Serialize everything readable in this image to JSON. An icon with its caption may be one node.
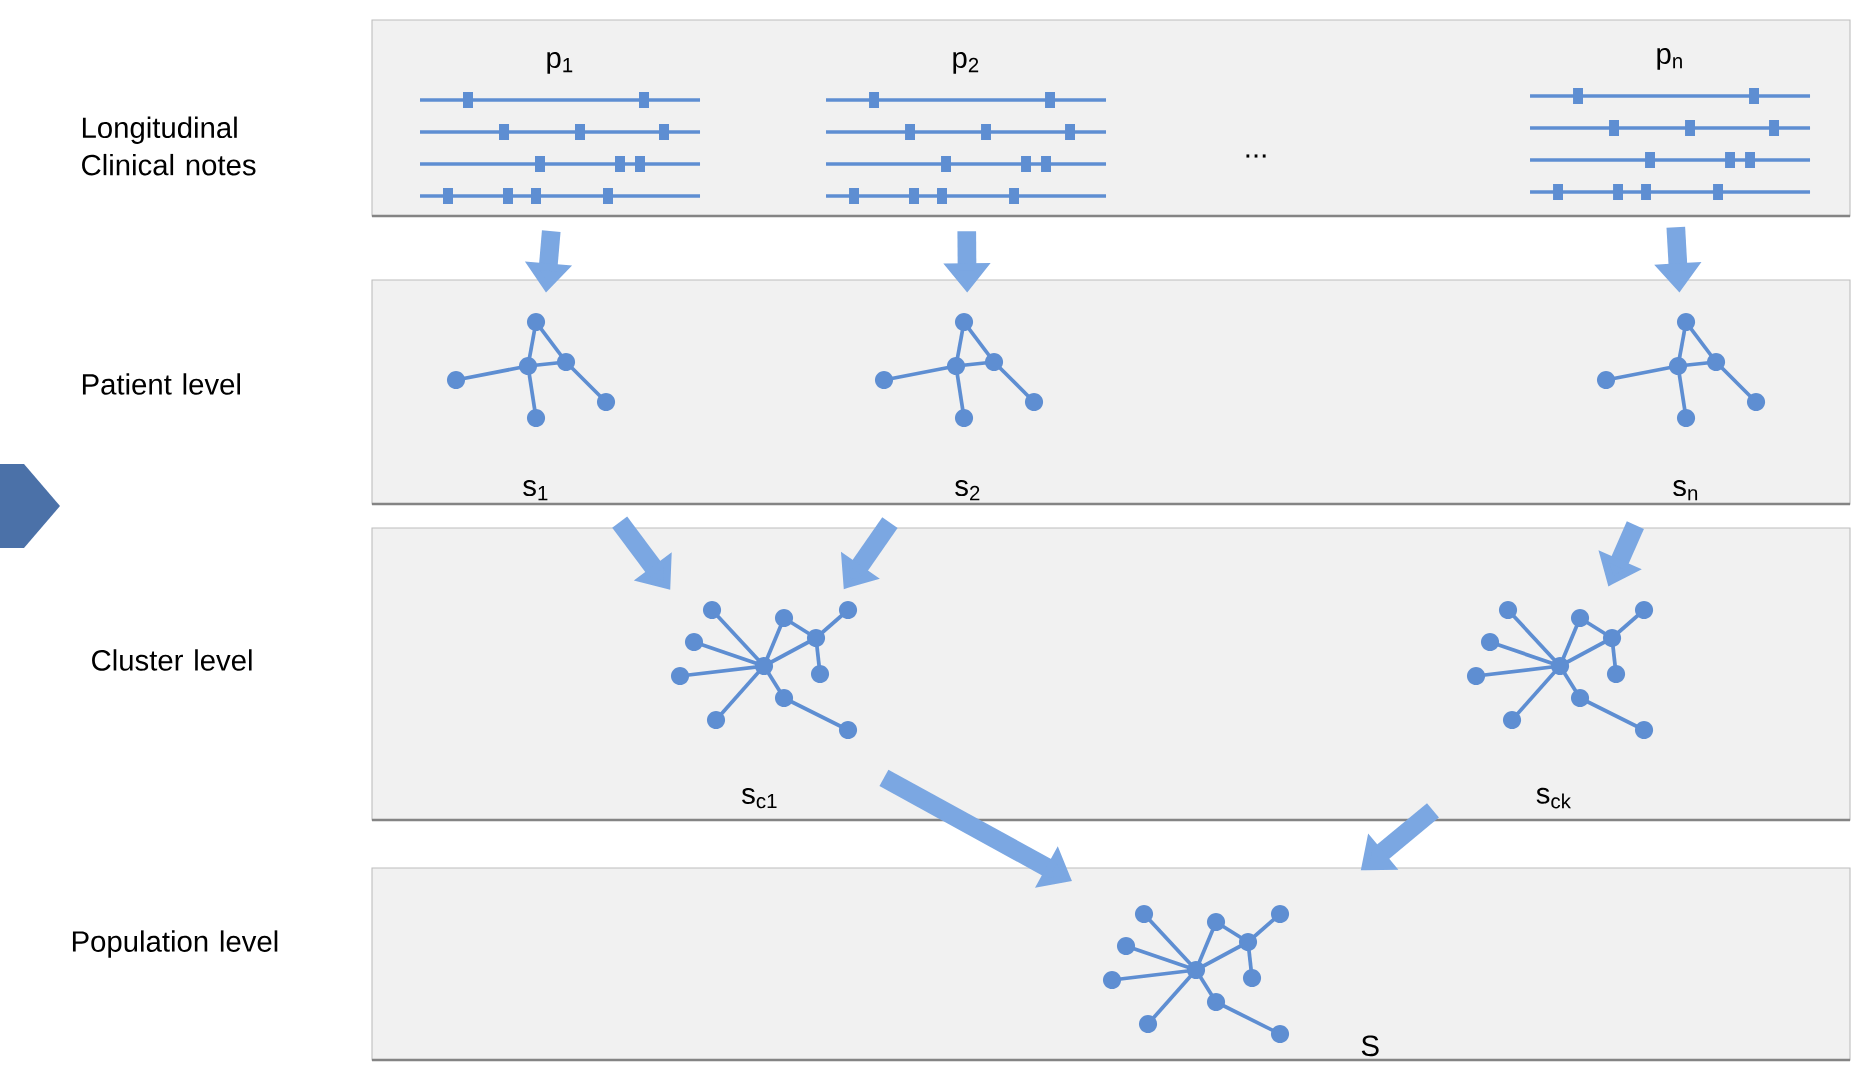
{
  "diagram": {
    "nodes": [
      {
        "text": [
          "Longitudinal Clinical notes"
        ]
      },
      {
        "text": [
          "p$_{1}$"
        ],
        "in": 0
      },
      {
        "text": [
          "p$_{2}$"
        ],
        "in": 0
      },
      {
        "text": [
          "p$_{n}$"
        ],
        "in": 0
      },
      {
        "text": [
          "Patient level"
        ]
      },
      {
        "text": [
          "s$_{1}$"
        ],
        "in": 4
      },
      {
        "text": [
          "s$_{2}$"
        ],
        "in": 4
      },
      {
        "text": [
          "s$_{n}$"
        ],
        "in": 4
      },
      {
        "text": [
          "Cluster level"
        ]
      },
      {
        "text": [
          "s$_{c1}$"
        ],
        "in": 8
      },
      {
        "text": [
          "s$_{ck}$"
        ],
        "in": 8
      },
      {
        "text": [
          "Population level"
        ]
      },
      {
        "text": [
          "S"
        ],
        "in": 11
      }
    ],
    "edges": [
      {
        "from": 1,
        "to": 5,
        "arrow": "to"
      },
      {
        "from": 2,
        "to": 6,
        "arrow": "to"
      },
      {
        "from": 3,
        "to": 7,
        "arrow": "to"
      },
      {
        "from": 5,
        "to": 9,
        "arrow": "to"
      },
      {
        "from": 6,
        "to": 9,
        "arrow": "to"
      },
      {
        "from": 7,
        "to": 10,
        "arrow": "to"
      },
      {
        "from": 9,
        "to": 12,
        "arrow": "to"
      },
      {
        "from": 10,
        "to": 12,
        "arrow": "to"
      }
    ],
    "labels": [
      "..."
    ]
  }
}
